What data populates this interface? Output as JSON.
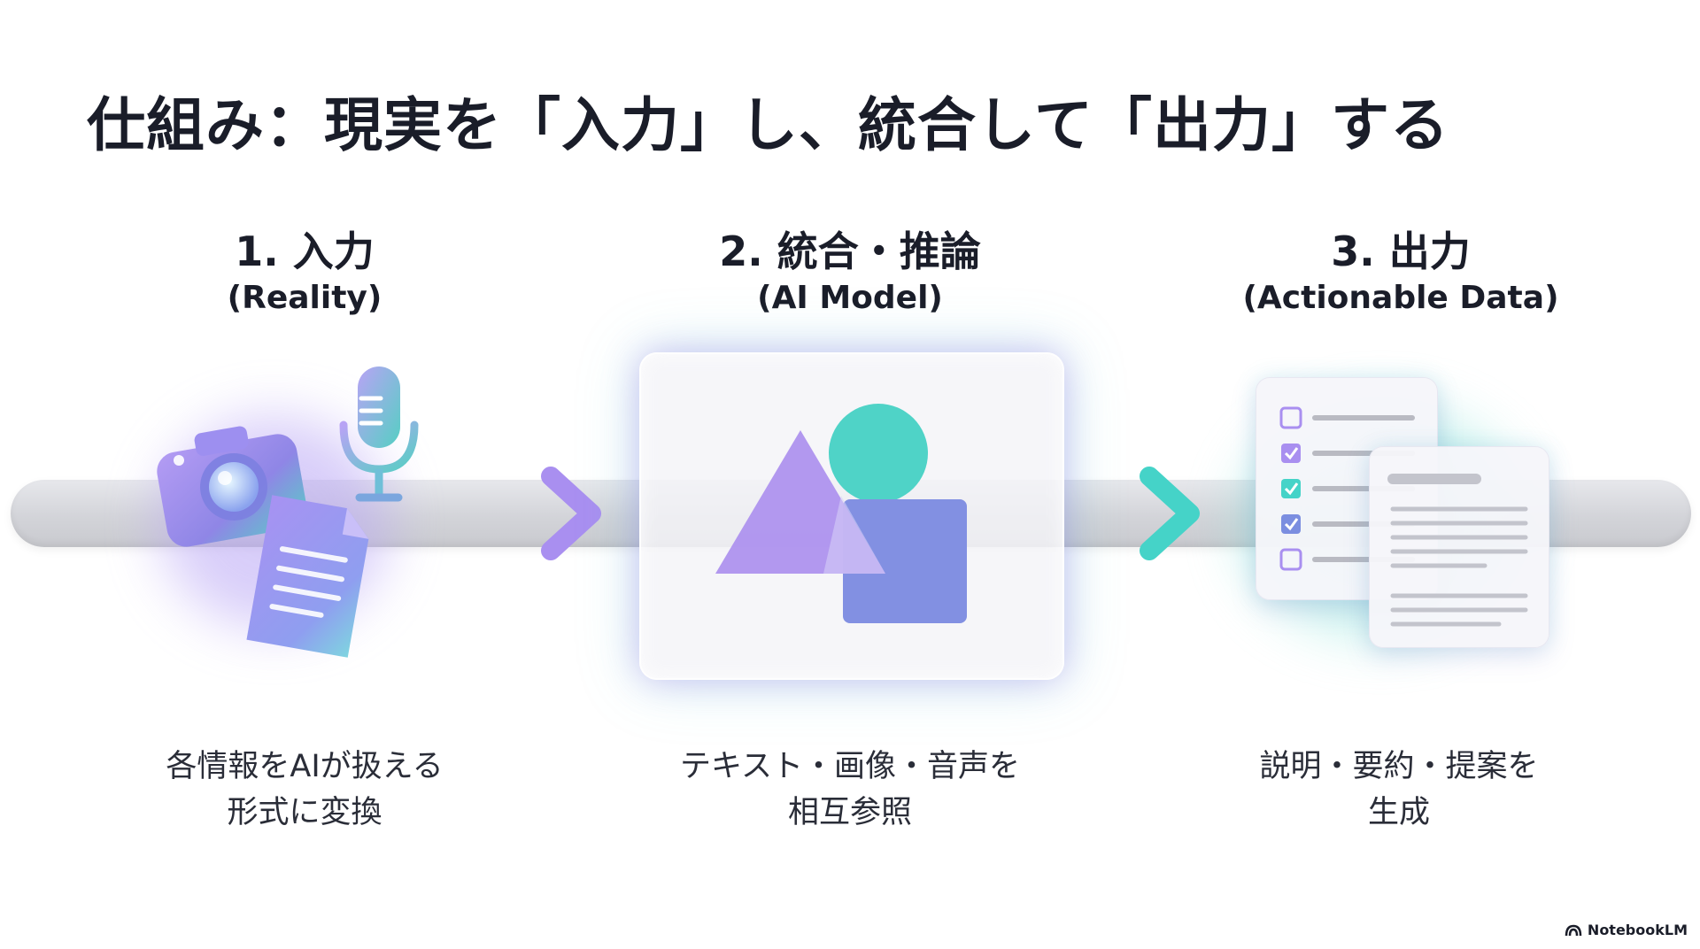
{
  "title": "仕組み：現実を「入力」し、統合して「出力」する",
  "stages": [
    {
      "number_label": "1. 入力",
      "sub_label": "(Reality)",
      "description": [
        "各情報をAIが扱える",
        "形式に変換"
      ]
    },
    {
      "number_label": "2. 統合・推論",
      "sub_label": "(AI Model)",
      "description": [
        "テキスト・画像・音声を",
        "相互参照"
      ]
    },
    {
      "number_label": "3. 出力",
      "sub_label": "(Actionable Data)",
      "description": [
        "説明・要約・提案を",
        "生成"
      ]
    }
  ],
  "icons": {
    "input": [
      "camera-icon",
      "microphone-icon",
      "document-icon"
    ],
    "model": [
      "triangle-shape",
      "circle-shape",
      "square-shape"
    ],
    "output": [
      "checklist-icon",
      "text-document-icon"
    ],
    "arrows": [
      "arrow-right-icon",
      "arrow-right-icon"
    ]
  },
  "colors": {
    "accent_purple": "#a98ff0",
    "accent_teal": "#45d3c8",
    "accent_blue": "#7b8ee0",
    "track": "#d3d4d9",
    "text": "#1a1d29"
  },
  "brand": "NotebookLM"
}
